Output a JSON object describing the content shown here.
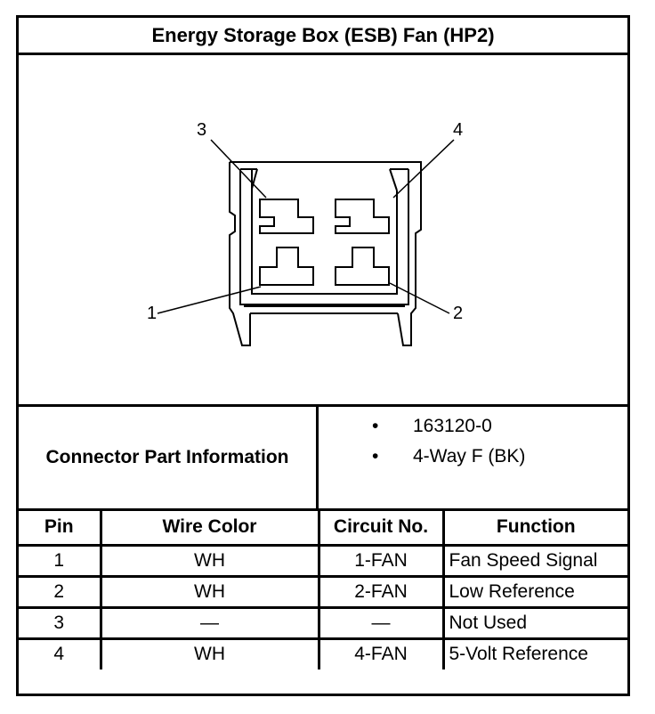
{
  "title": "Energy Storage Box (ESB) Fan (HP2)",
  "diagram": {
    "pin_labels": [
      "1",
      "2",
      "3",
      "4"
    ]
  },
  "connector_info": {
    "label": "Connector Part Information",
    "items": [
      "163120-0",
      "4-Way F (BK)"
    ],
    "bullet": "•"
  },
  "table": {
    "headers": [
      "Pin",
      "Wire Color",
      "Circuit No.",
      "Function"
    ],
    "rows": [
      [
        "1",
        "WH",
        "1-FAN",
        "Fan Speed Signal"
      ],
      [
        "2",
        "WH",
        "2-FAN",
        "Low Reference"
      ],
      [
        "3",
        "—",
        "—",
        "Not Used"
      ],
      [
        "4",
        "WH",
        "4-FAN",
        "5-Volt Reference"
      ]
    ]
  }
}
